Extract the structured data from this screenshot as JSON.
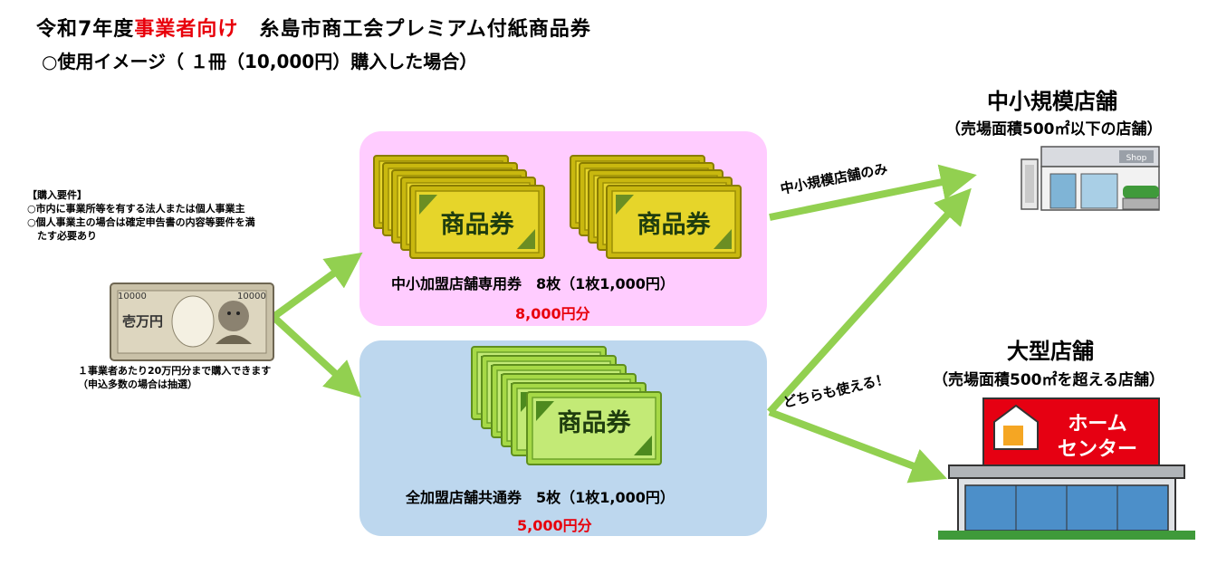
{
  "header": {
    "title_prefix": "令和7年度",
    "title_highlight": "事業者向け",
    "title_suffix": "　糸島市商工会プレミアム付紙商品券",
    "subtitle": "○使用イメージ（ １冊（10,000円）購入した場合）"
  },
  "requirements": {
    "heading": "【購入要件】",
    "items": [
      "○市内に事業所等を有する法人または個人事業主",
      "○個人事業主の場合は確定申告書の内容等要件を満",
      "　たす必要あり"
    ]
  },
  "bill": {
    "denomination_left": "10000",
    "denomination_right": "10000",
    "kanji": "壱万円",
    "note_line1": "１事業者あたり20万円分まで購入できます",
    "note_line2": "（申込多数の場合は抽選）"
  },
  "ticket_text": "商品券",
  "small_tickets": {
    "label": "中小加盟店舗専用券　8枚（1枚1,000円）",
    "amount": "8,000円分",
    "color": "#d4c21a"
  },
  "common_tickets": {
    "label": "全加盟店舗共通券　5枚（1枚1,000円）",
    "amount": "5,000円分",
    "color": "#b3e65a"
  },
  "small_shop": {
    "title": "中小規模店舗",
    "subtitle": "（売場面積500㎡以下の店舗）",
    "sign": "Shop"
  },
  "large_shop": {
    "title": "大型店舗",
    "subtitle": "（売場面積500㎡を超える店舗）",
    "sign_line1": "ホーム",
    "sign_line2": "センター"
  },
  "arrows": {
    "small_only": "中小規模店舗のみ",
    "both": "どちらも使える！",
    "color": "#92d050"
  }
}
